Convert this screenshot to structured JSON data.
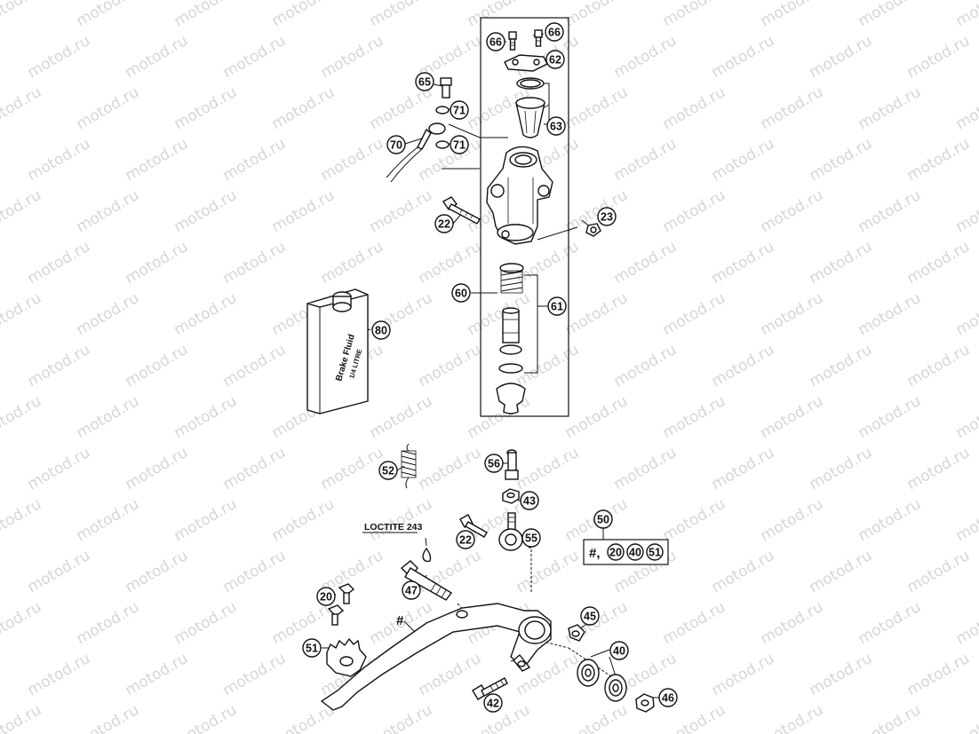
{
  "watermark": "motod.ru",
  "brake_fluid": {
    "line1": "Brake Fluid",
    "line2": "1/4 LITRE"
  },
  "loctite": "LOCTITE 243",
  "kit": {
    "hash": "#,",
    "nums": [
      "20",
      "40",
      "51"
    ]
  },
  "hash_label": "#",
  "callouts": [
    "66",
    "66",
    "62",
    "65",
    "71",
    "63",
    "70",
    "71",
    "22",
    "23",
    "60",
    "61",
    "80",
    "52",
    "56",
    "43",
    "50",
    "22",
    "55",
    "47",
    "20",
    "45",
    "51",
    "40",
    "42",
    "46"
  ]
}
